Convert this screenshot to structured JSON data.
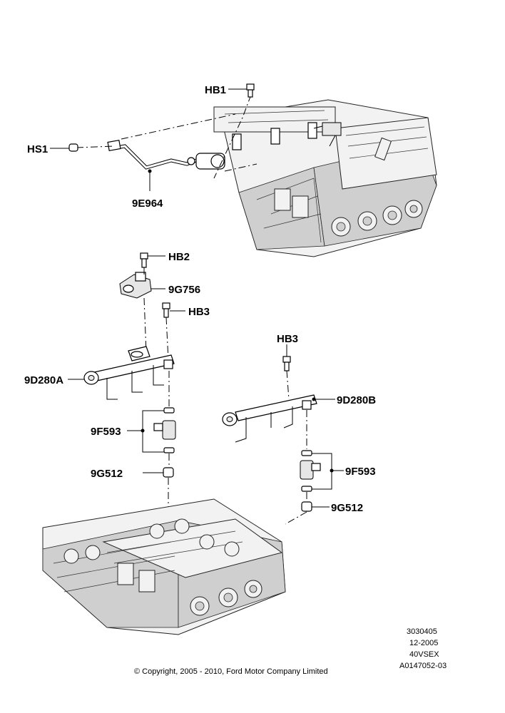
{
  "labels": {
    "hb1": "HB1",
    "hs1": "HS1",
    "e964": "9E964",
    "hb2": "HB2",
    "g756": "9G756",
    "hb3_left": "HB3",
    "d280a": "9D280A",
    "hb3_right": "HB3",
    "d280b": "9D280B",
    "f593_left": "9F593",
    "g512_left": "9G512",
    "f593_right": "9F593",
    "g512_right": "9G512"
  },
  "meta": {
    "code": "3030405",
    "date": "12-2005",
    "model": "40VSEX",
    "ref": "A0147052-03",
    "copyright": "© Copyright, 2005 - 2010, Ford Motor Company Limited"
  }
}
